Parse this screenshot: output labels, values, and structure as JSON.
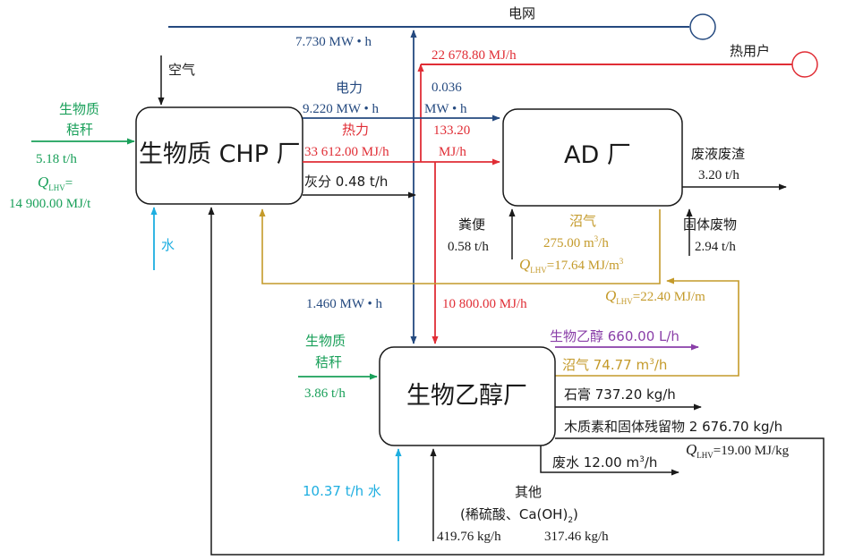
{
  "nodes": {
    "chp": "生物质 CHP 厂",
    "ad": "AD 厂",
    "ethanol": "生物乙醇厂",
    "grid": "电网",
    "heat_user": "热用户"
  },
  "chp_inputs": {
    "straw_label_1": "生物质",
    "straw_label_2": "秸秆",
    "straw_rate": "5.18 t/h",
    "straw_q_prefix": "Q",
    "straw_q_sub": "LHV",
    "straw_q_eq": "=",
    "straw_q_value": "14 900.00 MJ/t",
    "air": "空气",
    "water": "水"
  },
  "chp_outputs": {
    "grid_power": "7.730 MW • h",
    "heat_user": "22 678.80 MJ/h",
    "power_label": "电力",
    "power_value": "9.220 MW • h",
    "heat_label": "热力",
    "heat_value": "33 612.00 MJ/h",
    "ash": "灰分  0.48 t/h"
  },
  "chp_to_ad": {
    "power_1": "0.036",
    "power_2": "MW • h",
    "heat_1": "133.20",
    "heat_2": "MJ/h"
  },
  "ad": {
    "waste_label": "废液废渣",
    "waste_rate": "3.20 t/h",
    "manure_label": "粪便",
    "manure_rate": "0.58 t/h",
    "biogas_label": "沼气",
    "biogas_rate_num": "275.00 m",
    "biogas_rate_sup": "3",
    "biogas_rate_unit": "/h",
    "biogas_q_prefix": "Q",
    "biogas_q_sub": "LHV",
    "biogas_q_value": "=17.64 MJ/m",
    "biogas_q_sup": "3",
    "solid_label": "固体废物",
    "solid_rate": "2.94 t/h"
  },
  "ethanol_side": {
    "power": "1.460 MW • h",
    "heat": "10 800.00 MJ/h",
    "gas_q_prefix": "Q",
    "gas_q_sub": "LHV",
    "gas_q_value": "=22.40 MJ/m",
    "straw_label_1": "生物质",
    "straw_label_2": "秸秆",
    "straw_rate": "3.86 t/h",
    "water": "10.37 t/h 水",
    "other_label": "其他",
    "other_detail_1": "(稀硫酸、Ca(OH)",
    "other_detail_sub": "2",
    "other_detail_2": ")",
    "acid_rate": "419.76 kg/h",
    "lime_rate": "317.46 kg/h",
    "ethanol_out": "生物乙醇 660.00 L/h",
    "biogas_out_1": "沼气 74.77 m",
    "biogas_out_sup": "3",
    "biogas_out_2": "/h",
    "gypsum": "石膏 737.20 kg/h",
    "lignin": "木质素和固体残留物 2 676.70 kg/h",
    "lignin_q_prefix": "Q",
    "lignin_q_sub": "LHV",
    "lignin_q_value": "=19.00 MJ/kg",
    "wastewater_1": "废水 12.00 m",
    "wastewater_sup": "3",
    "wastewater_2": "/h"
  },
  "colors": {
    "black": "#1a1a1a",
    "power_blue": "#24497f",
    "heat_red": "#e02d35",
    "straw_green": "#1aa05a",
    "water_cyan": "#1eaee0",
    "biogas_gold": "#c49a2a",
    "ethanol_purple": "#8a3fa8"
  }
}
